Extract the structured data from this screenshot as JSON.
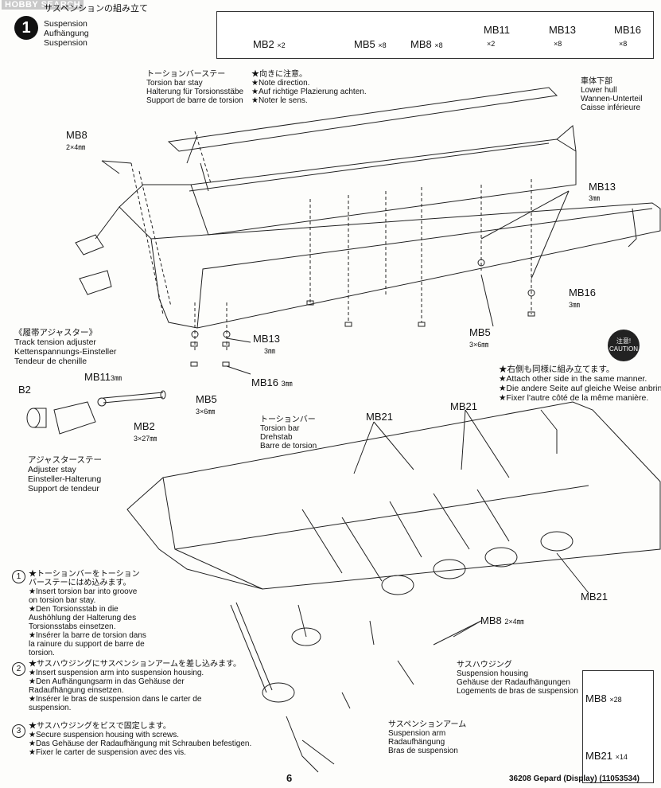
{
  "watermark": "HOBBY SEARCH",
  "header": {
    "step_number": "1",
    "step_jp": "サスペンションの組み立て",
    "step_en": "Suspension",
    "step_de": "Aufhängung",
    "step_fr": "Suspension"
  },
  "parts": [
    {
      "code": "MB2",
      "qty": "×2"
    },
    {
      "code": "MB5",
      "qty": "×8"
    },
    {
      "code": "MB8",
      "qty": "×8"
    },
    {
      "code": "MB11",
      "qty": "×2"
    },
    {
      "code": "MB13",
      "qty": "×8"
    },
    {
      "code": "MB16",
      "qty": "×8"
    }
  ],
  "labels": {
    "torsion_stay": {
      "jp": "トーションバーステー",
      "en": "Torsion bar stay",
      "de": "Halterung für Torsionsstäbe",
      "fr": "Support de barre de torsion"
    },
    "note_direction": {
      "jp": "★向きに注意。",
      "en": "★Note direction.",
      "de": "★Auf richtige Plazierung achten.",
      "fr": "★Noter le sens."
    },
    "lower_hull": {
      "jp": "車体下部",
      "en": "Lower hull",
      "de": "Wannen-Unterteil",
      "fr": "Caisse inférieure"
    },
    "mb8_top": "MB8",
    "mb8_top_size": "2×4㎜",
    "mb13_right": "MB13",
    "mb13_right_size": "3㎜",
    "mb16_right": "MB16",
    "mb16_right_size": "3㎜",
    "mb5_right": "MB5",
    "mb5_right_size": "3×6㎜",
    "mb13_left": "MB13",
    "mb13_left_size": "3㎜",
    "mb16_left": "MB16",
    "mb16_left_size": "3㎜",
    "mb5_left": "MB5",
    "mb5_left_size": "3×6㎜",
    "track_tension": {
      "jp": "《履帯アジャスター》",
      "en": "Track tension adjuster",
      "de": "Kettenspannungs-Einsteller",
      "fr": "Tendeur de chenille"
    },
    "b2": "B2",
    "mb11": "MB11",
    "mb11_size": "3㎜",
    "mb2": "MB2",
    "mb2_size": "3×27㎜",
    "adjuster_stay": {
      "jp": "アジャスターステー",
      "en": "Adjuster stay",
      "de": "Einsteller-Halterung",
      "fr": "Support de tendeur"
    },
    "caution_jp": "注意!",
    "caution_en": "CAUTION",
    "other_side": {
      "jp": "★右側も同様に組み立てます。",
      "en": "★Attach other side in the same manner.",
      "de": "★Die andere Seite auf gleiche Weise anbringen.",
      "fr": "★Fixer l'autre côté de la même manière."
    },
    "torsion_bar": {
      "jp": "トーションバー",
      "en": "Torsion bar",
      "de": "Drehstab",
      "fr": "Barre de torsion"
    },
    "mb21_a": "MB21",
    "mb21_b": "MB21",
    "mb21_c": "MB21",
    "mb8_bottom": "MB8",
    "mb8_bottom_size": "2×4㎜",
    "housing": {
      "jp": "サスハウジング",
      "en": "Suspension housing",
      "de": "Gehäuse der Radaufhängungen",
      "fr": "Logements de bras de suspension"
    },
    "arm": {
      "jp": "サスペンションアーム",
      "en": "Suspension arm",
      "de": "Radaufhängung",
      "fr": "Bras de suspension"
    }
  },
  "steps": [
    {
      "num": "1",
      "lines": [
        "★トーションバーをトーション",
        "バーステーにはめ込みます。",
        "★Insert torsion bar into groove",
        "on torsion bar stay.",
        "★Den Torsionsstab in die",
        "Aushöhlung der Halterung des",
        "Torsionsstabs einsetzen.",
        "★Insérer la barre de torsion dans",
        "la rainure du support de barre de",
        "torsion."
      ]
    },
    {
      "num": "2",
      "lines": [
        "★サスハウジングにサスペンションアームを差し込みます。",
        "★Insert suspension arm into suspension housing.",
        "★Den Aufhängungsarm in das Gehäuse der",
        "Radaufhängung einsetzen.",
        "★Insérer le bras de suspension dans le carter de",
        "suspension."
      ]
    },
    {
      "num": "3",
      "lines": [
        "★サスハウジングをビスで固定します。",
        "★Secure suspension housing with screws.",
        "★Das Gehäuse der Radaufhängung mit Schrauben befestigen.",
        "★Fixer le carter de suspension avec des vis."
      ]
    }
  ],
  "legend": [
    {
      "code": "MB8",
      "qty": "×28"
    },
    {
      "code": "MB21",
      "qty": "×14"
    }
  ],
  "footer": {
    "page": "6",
    "code": "36208 Gepard (Display) (11053534)"
  }
}
